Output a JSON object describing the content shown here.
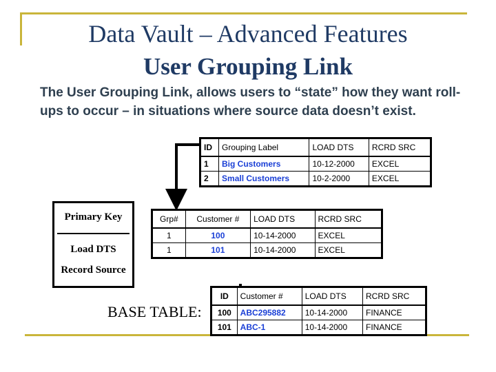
{
  "slide": {
    "title": "Data Vault – Advanced Features",
    "subtitle": "User Grouping Link",
    "description": "The User Grouping Link, allows users to “state” how they want roll-ups to occur – in situations where source data doesn’t exist."
  },
  "grouping_table": {
    "headers": [
      "ID",
      "Grouping Label",
      "LOAD DTS",
      "RCRD SRC"
    ],
    "rows": [
      [
        "1",
        "Big Customers",
        "10-12-2000",
        "EXCEL"
      ],
      [
        "2",
        "Small Customers",
        "10-2-2000",
        "EXCEL"
      ]
    ]
  },
  "base_box": {
    "primary_key": "Primary Key",
    "load_dts": "Load DTS",
    "record_source": "Record Source"
  },
  "link_table": {
    "headers": [
      "Grp#",
      "Customer #",
      "LOAD DTS",
      "RCRD SRC"
    ],
    "rows": [
      [
        "1",
        "100",
        "10-14-2000",
        "EXCEL"
      ],
      [
        "1",
        "101",
        "10-14-2000",
        "EXCEL"
      ]
    ]
  },
  "base_label": "BASE TABLE:",
  "base_table": {
    "headers": [
      "ID",
      "Customer #",
      "LOAD DTS",
      "RCRD SRC"
    ],
    "rows": [
      [
        "100",
        "ABC295882",
        "10-14-2000",
        "FINANCE"
      ],
      [
        "101",
        "ABC-1",
        "10-14-2000",
        "FINANCE"
      ]
    ]
  },
  "colors": {
    "title": "#1f3a64",
    "frame": "#c9b53a",
    "key_values": "#1a3fd6"
  }
}
